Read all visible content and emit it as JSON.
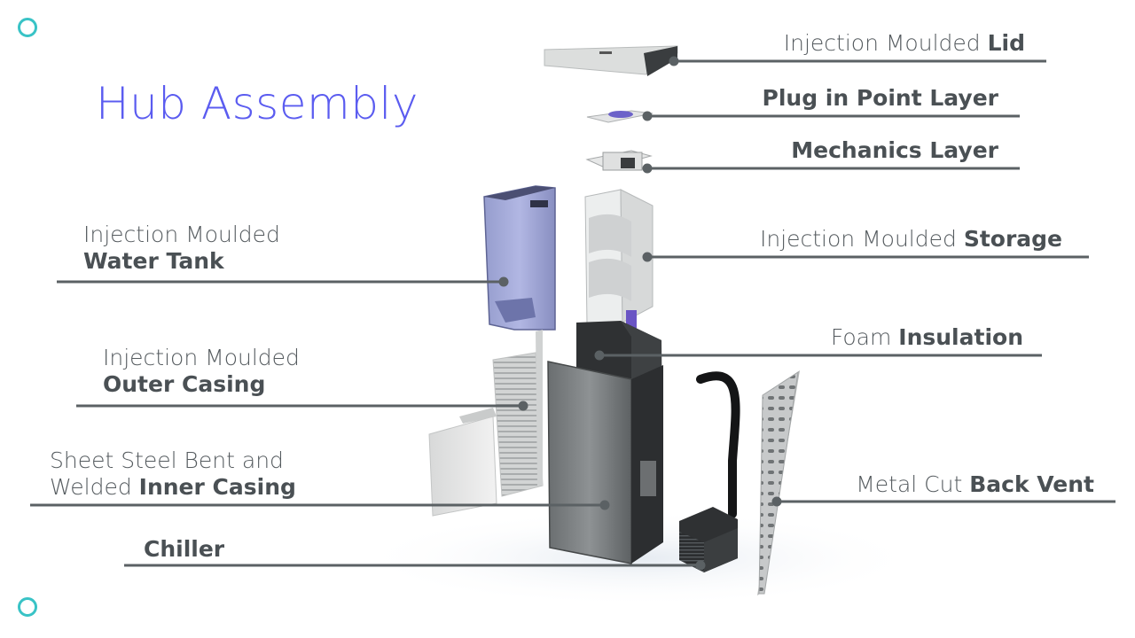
{
  "title": "Hub Assembly",
  "labels": {
    "lid": {
      "normal": "Injection Moulded ",
      "bold": "Lid"
    },
    "plug": {
      "normal": "",
      "bold": "Plug in Point Layer"
    },
    "mechanics": {
      "normal": "",
      "bold": "Mechanics Layer"
    },
    "storage": {
      "normal": "Injection Moulded ",
      "bold": "Storage"
    },
    "water_tank": {
      "line1": "Injection Moulded",
      "bold": "Water Tank"
    },
    "insulation": {
      "normal": "Foam ",
      "bold": "Insulation"
    },
    "outer_casing": {
      "line1": "Injection Moulded",
      "bold": "Outer Casing"
    },
    "inner_casing": {
      "line1": "Sheet Steel Bent and",
      "line2": "Welded ",
      "bold": "Inner Casing"
    },
    "back_vent": {
      "normal": "Metal Cut ",
      "bold": "Back Vent"
    },
    "chiller": {
      "normal": "",
      "bold": "Chiller"
    }
  },
  "colors": {
    "accent_ring": "#39c3c6",
    "title": "#5b5cf0",
    "leader": "#5b6164",
    "label": "#555b5f"
  }
}
